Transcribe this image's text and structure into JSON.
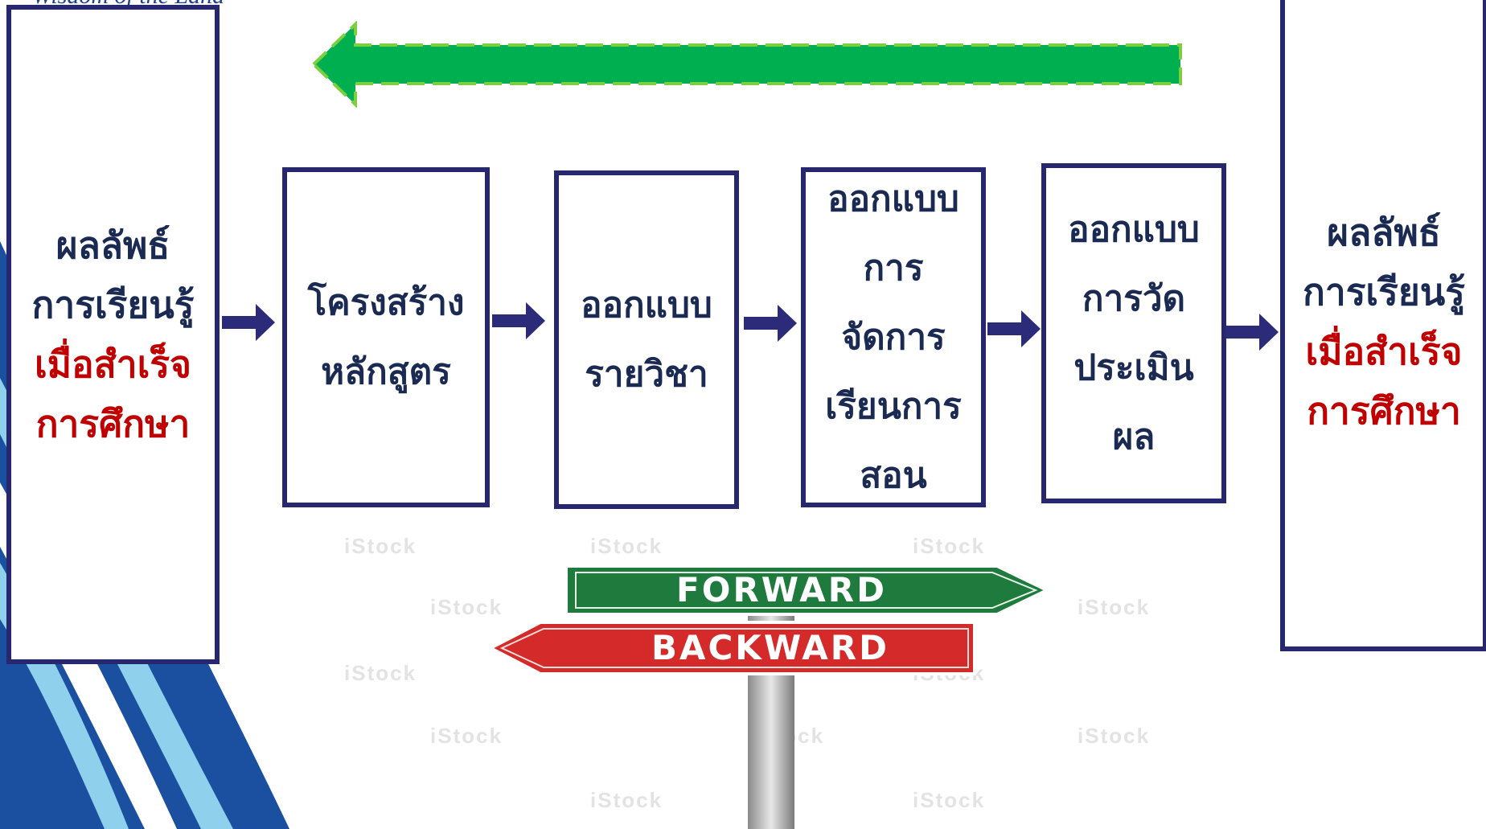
{
  "top_cut_text": "Wisdom of the Land",
  "left_outcome": {
    "line1": "ผลลัพธ์",
    "line2": "การเรียนรู้",
    "line3": "เมื่อสำเร็จ",
    "line4": "การศึกษา"
  },
  "steps": [
    {
      "lines": [
        "โครงสร้าง",
        "หลักสูตร"
      ]
    },
    {
      "lines": [
        "ออกแบบ",
        "รายวิชา"
      ]
    },
    {
      "lines": [
        "ออกแบบ",
        "การ",
        "จัดการ",
        "เรียนการ",
        "สอน"
      ]
    },
    {
      "lines": [
        "ออกแบบ",
        "การวัด",
        "ประเมิน",
        "ผล"
      ]
    }
  ],
  "right_outcome": {
    "line1": "ผลลัพธ์",
    "line2": "การเรียนรู้",
    "line3": "เมื่อสำเร็จ",
    "line4": "การศึกษา"
  },
  "sign": {
    "forward": "FORWARD",
    "backward": "BACKWARD"
  },
  "watermark": "iStock",
  "colors": {
    "box_border": "#27276f",
    "arrow": "#2b2b7a",
    "highlight_text": "#c00000",
    "big_arrow": "#00b050",
    "sign_forward": "#1f7a3d",
    "sign_backward": "#d42a2a"
  }
}
